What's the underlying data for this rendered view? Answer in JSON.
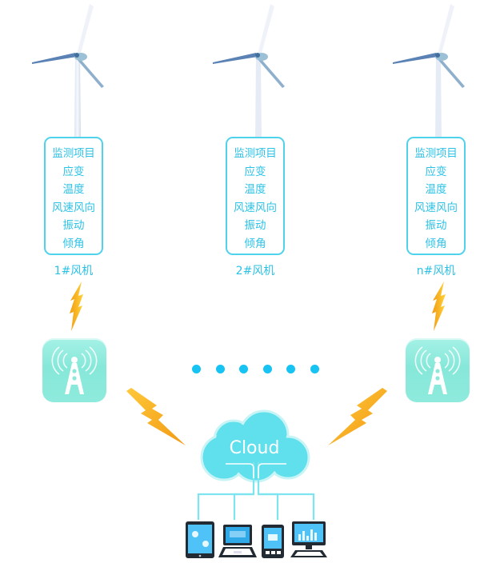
{
  "diagram": {
    "title": "Wind turbine monitoring network",
    "turbines": [
      {
        "label": "1#风机",
        "items": [
          "监测项目",
          "应变",
          "温度",
          "风速风向",
          "振动",
          "倾角"
        ]
      },
      {
        "label": "2#风机",
        "items": [
          "监测项目",
          "应变",
          "温度",
          "风速风向",
          "振动",
          "倾角"
        ]
      },
      {
        "label": "n#风机",
        "items": [
          "监测项目",
          "应变",
          "温度",
          "风速风向",
          "振动",
          "倾角"
        ]
      }
    ],
    "cloud": {
      "label": "Cloud"
    },
    "ellipsis_dots": 6,
    "devices": [
      "tablet-icon",
      "laptop-icon",
      "smartphone-icon",
      "desktop-monitor-icon"
    ],
    "base_stations": [
      "signal-tower-icon",
      "signal-tower-icon"
    ],
    "colors": {
      "accent": "#2cc2e6",
      "card_border": "#4fd3ec",
      "tower_bg": "#8eeadc",
      "cloud": "#5fe0ec",
      "dots": "#16c3f2",
      "bolt": "#f6b01c"
    }
  }
}
